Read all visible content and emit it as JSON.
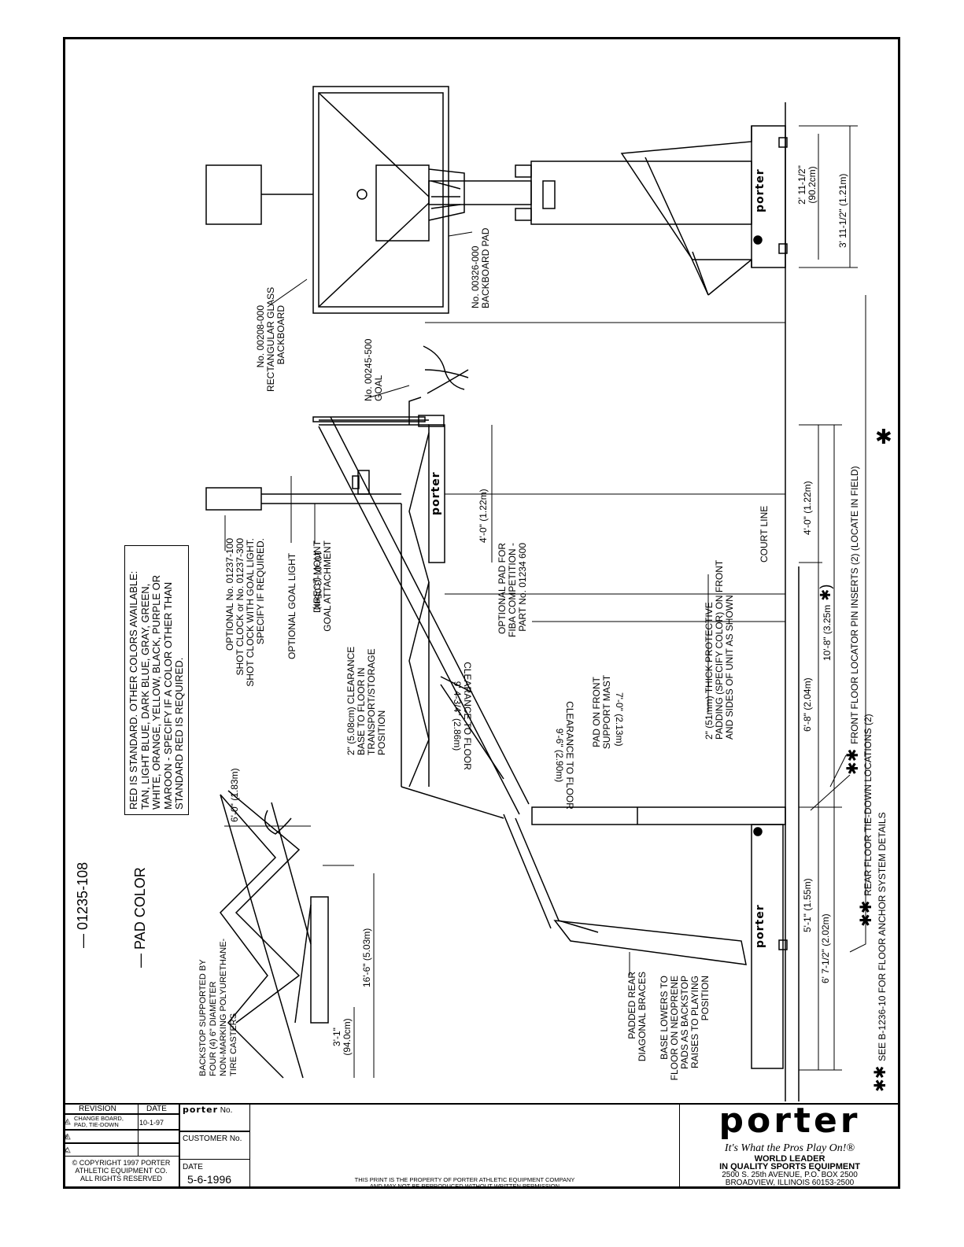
{
  "header": {
    "drawing_number": "01235-108",
    "pad_color_label": "PAD COLOR"
  },
  "notes": {
    "colors": [
      "RED IS STANDARD.  OTHER COLORS AVAILABLE:",
      "TAN, LIGHT BLUE, DARK BLUE, GRAY, GREEN,",
      "WHITE, ORANGE, YELLOW, BLACK, PURPLE OR",
      "MAROON - SPECIFY IF A COLOR OTHER THAN",
      "STANDARD RED IS REQUIRED."
    ],
    "casters": [
      "BACKSTOP SUPPORTED BY",
      "FOUR (4) 6\" DIAMETER",
      "NON-MARKING POLYURETHANE-",
      "TIRE CASTERS"
    ],
    "shot_clock": [
      "OPTIONAL No. 01237-100",
      "SHOT CLOCK or No. 01237-300",
      "SHOT CLOCK WITH GOAL LIGHT.",
      "SPECIFY IF REQUIRED."
    ],
    "goal_light": "OPTIONAL GOAL LIGHT",
    "goal_attachment": [
      "DIRECT-MOUNT",
      "GOAL ATTACHMENT"
    ],
    "clearance_transport": [
      "2\" (5.08cm) CLEARANCE",
      "BASE TO FLOOR IN",
      "TRANSPORT/STORAGE",
      "POSITION"
    ],
    "fiba_pad": [
      "OPTIONAL PAD FOR",
      "FIBA COMPETITION -",
      "PART No. 01234 600"
    ],
    "protective_padding": [
      "2\" (51mm) THICK PROTECTIVE",
      "PADDING (SPECIFY COLOR) ON FRONT",
      "AND SIDES OF UNIT AS SHOWN"
    ],
    "court_line": "COURT LINE",
    "front_mast_pad": [
      "PAD ON FRONT",
      "SUPPORT MAST"
    ],
    "rear_braces": [
      "PADDED REAR",
      "DIAGONAL BRACES"
    ],
    "base_lowers": [
      "BASE LOWERS TO",
      "FLOOR ON NEOPRENE",
      "PADS AS BACKSTOP",
      "RAISES TO PLAYING",
      "POSITION"
    ],
    "backboard": [
      "No. 00208-000",
      "RECTANGULAR GLASS",
      "BACKBOARD"
    ],
    "goal": [
      "No. 00245-500",
      "GOAL"
    ],
    "backboard_pad": [
      "No. 00326-000",
      "BACKBOARD PAD"
    ],
    "front_inserts": "FRONT FLOOR LOCATOR PIN INSERTS (2) (LOCATE IN FIELD)",
    "rear_tiedown": "REAR FLOOR TIE-DOWN LOCATIONS (2)",
    "see_details": "SEE B-1236-10 FOR FLOOR ANCHOR SYSTEM DETAILS"
  },
  "dimensions": {
    "d_6_0": "6'-0\" (1.83m)",
    "d_16_6": "16'-6\" (5.03m)",
    "d_3_1": "3'-1\"",
    "d_94": "(94.0cm)",
    "d_4_0_a": "4'-0\" (1.22m)",
    "d_9_4": "9' 4-3/4\" (2.86m)",
    "d_9_6": "9'-6\" (2.90m)",
    "clearance_to_floor": "CLEARANCE TO FLOOR",
    "d_10_0": "10'-0\" (3.05m)",
    "d_7_0": "7'-0\" (2.13m)",
    "d_4_0_b": "4'-0\" (1.22m)",
    "d_6_8": "6'-8\" (2.04m)",
    "d_10_8": "10'-8\" (3.25m",
    "d_5_1": "5'-1\" (1.55m)",
    "d_6_7": "6' 7-1/2\" (2.02m)",
    "d_2_11": "2' 11-1/2\"",
    "d_90": "(90.2cm)",
    "d_3_11": "3' 11-1/2\" (1.21m)"
  },
  "title_block": {
    "revision_header": "REVISION",
    "date_header": "DATE",
    "rev1_text_1": "CHANGE BOARD,",
    "rev1_text_2": "PAD, TIE-DOWN",
    "rev1_date": "10-1-97",
    "rev_a": "A",
    "rev_b": "B",
    "rev_c": "C",
    "copyright": [
      "© COPYRIGHT 1997 PORTER",
      "ATHLETIC EQUIPMENT CO.",
      "ALL RIGHTS RESERVED"
    ],
    "porter_no_brand": "porter",
    "porter_no_label": "No.",
    "customer_no": "CUSTOMER No.",
    "date_label": "DATE",
    "date_value": "5-6-1996",
    "property_1": "THIS PRINT IS THE PROPERTY OF PORTER ATHLETIC EQUIPMENT COMPANY",
    "property_2": "AND MAY NOT BE REPRODUCED WITHOUT WRITTEN PERMISSION",
    "logo": "porter",
    "slogan": "It's What the Pros Play On!®",
    "world_leader": "WORLD LEADER",
    "quality": "IN QUALITY SPORTS EQUIPMENT",
    "address_1": "2500 S. 25th AVENUE, P.O. BOX 2500",
    "address_2": "BROADVIEW, ILLINOIS   60153-2500"
  },
  "base_logo": "porter"
}
